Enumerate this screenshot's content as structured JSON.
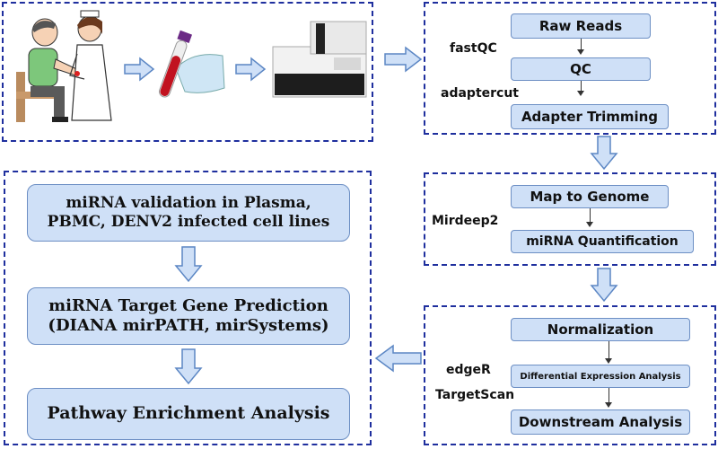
{
  "panel_collection": {
    "icons": [
      "patient-nurse-illustration",
      "blood-tube-in-gloved-hand",
      "sequencer-machine"
    ]
  },
  "panel_qc": {
    "steps": [
      "Raw Reads",
      "QC",
      "Adapter Trimming"
    ],
    "tools": [
      "fastQC",
      "adaptercut"
    ]
  },
  "panel_mapping": {
    "steps": [
      "Map to Genome",
      "miRNA Quantification"
    ],
    "tools": [
      "Mirdeep2"
    ]
  },
  "panel_analysis": {
    "steps": [
      "Normalization",
      "Differential Expression Analysis",
      "Downstream Analysis"
    ],
    "tools": [
      "edgeR",
      "TargetScan"
    ]
  },
  "panel_validation": {
    "steps": [
      "miRNA validation in Plasma,\nPBMC, DENV2 infected cell lines",
      "miRNA Target Gene Prediction\n(DIANA mirPATH, mirSystems)",
      "Pathway Enrichment Analysis"
    ]
  },
  "colors": {
    "panel_border": "#1f2f9e",
    "box_fill": "#cfe0f7",
    "box_border": "#6d8fc4",
    "block_arrow_fill": "#cfe0f7",
    "block_arrow_stroke": "#5b86c4"
  }
}
